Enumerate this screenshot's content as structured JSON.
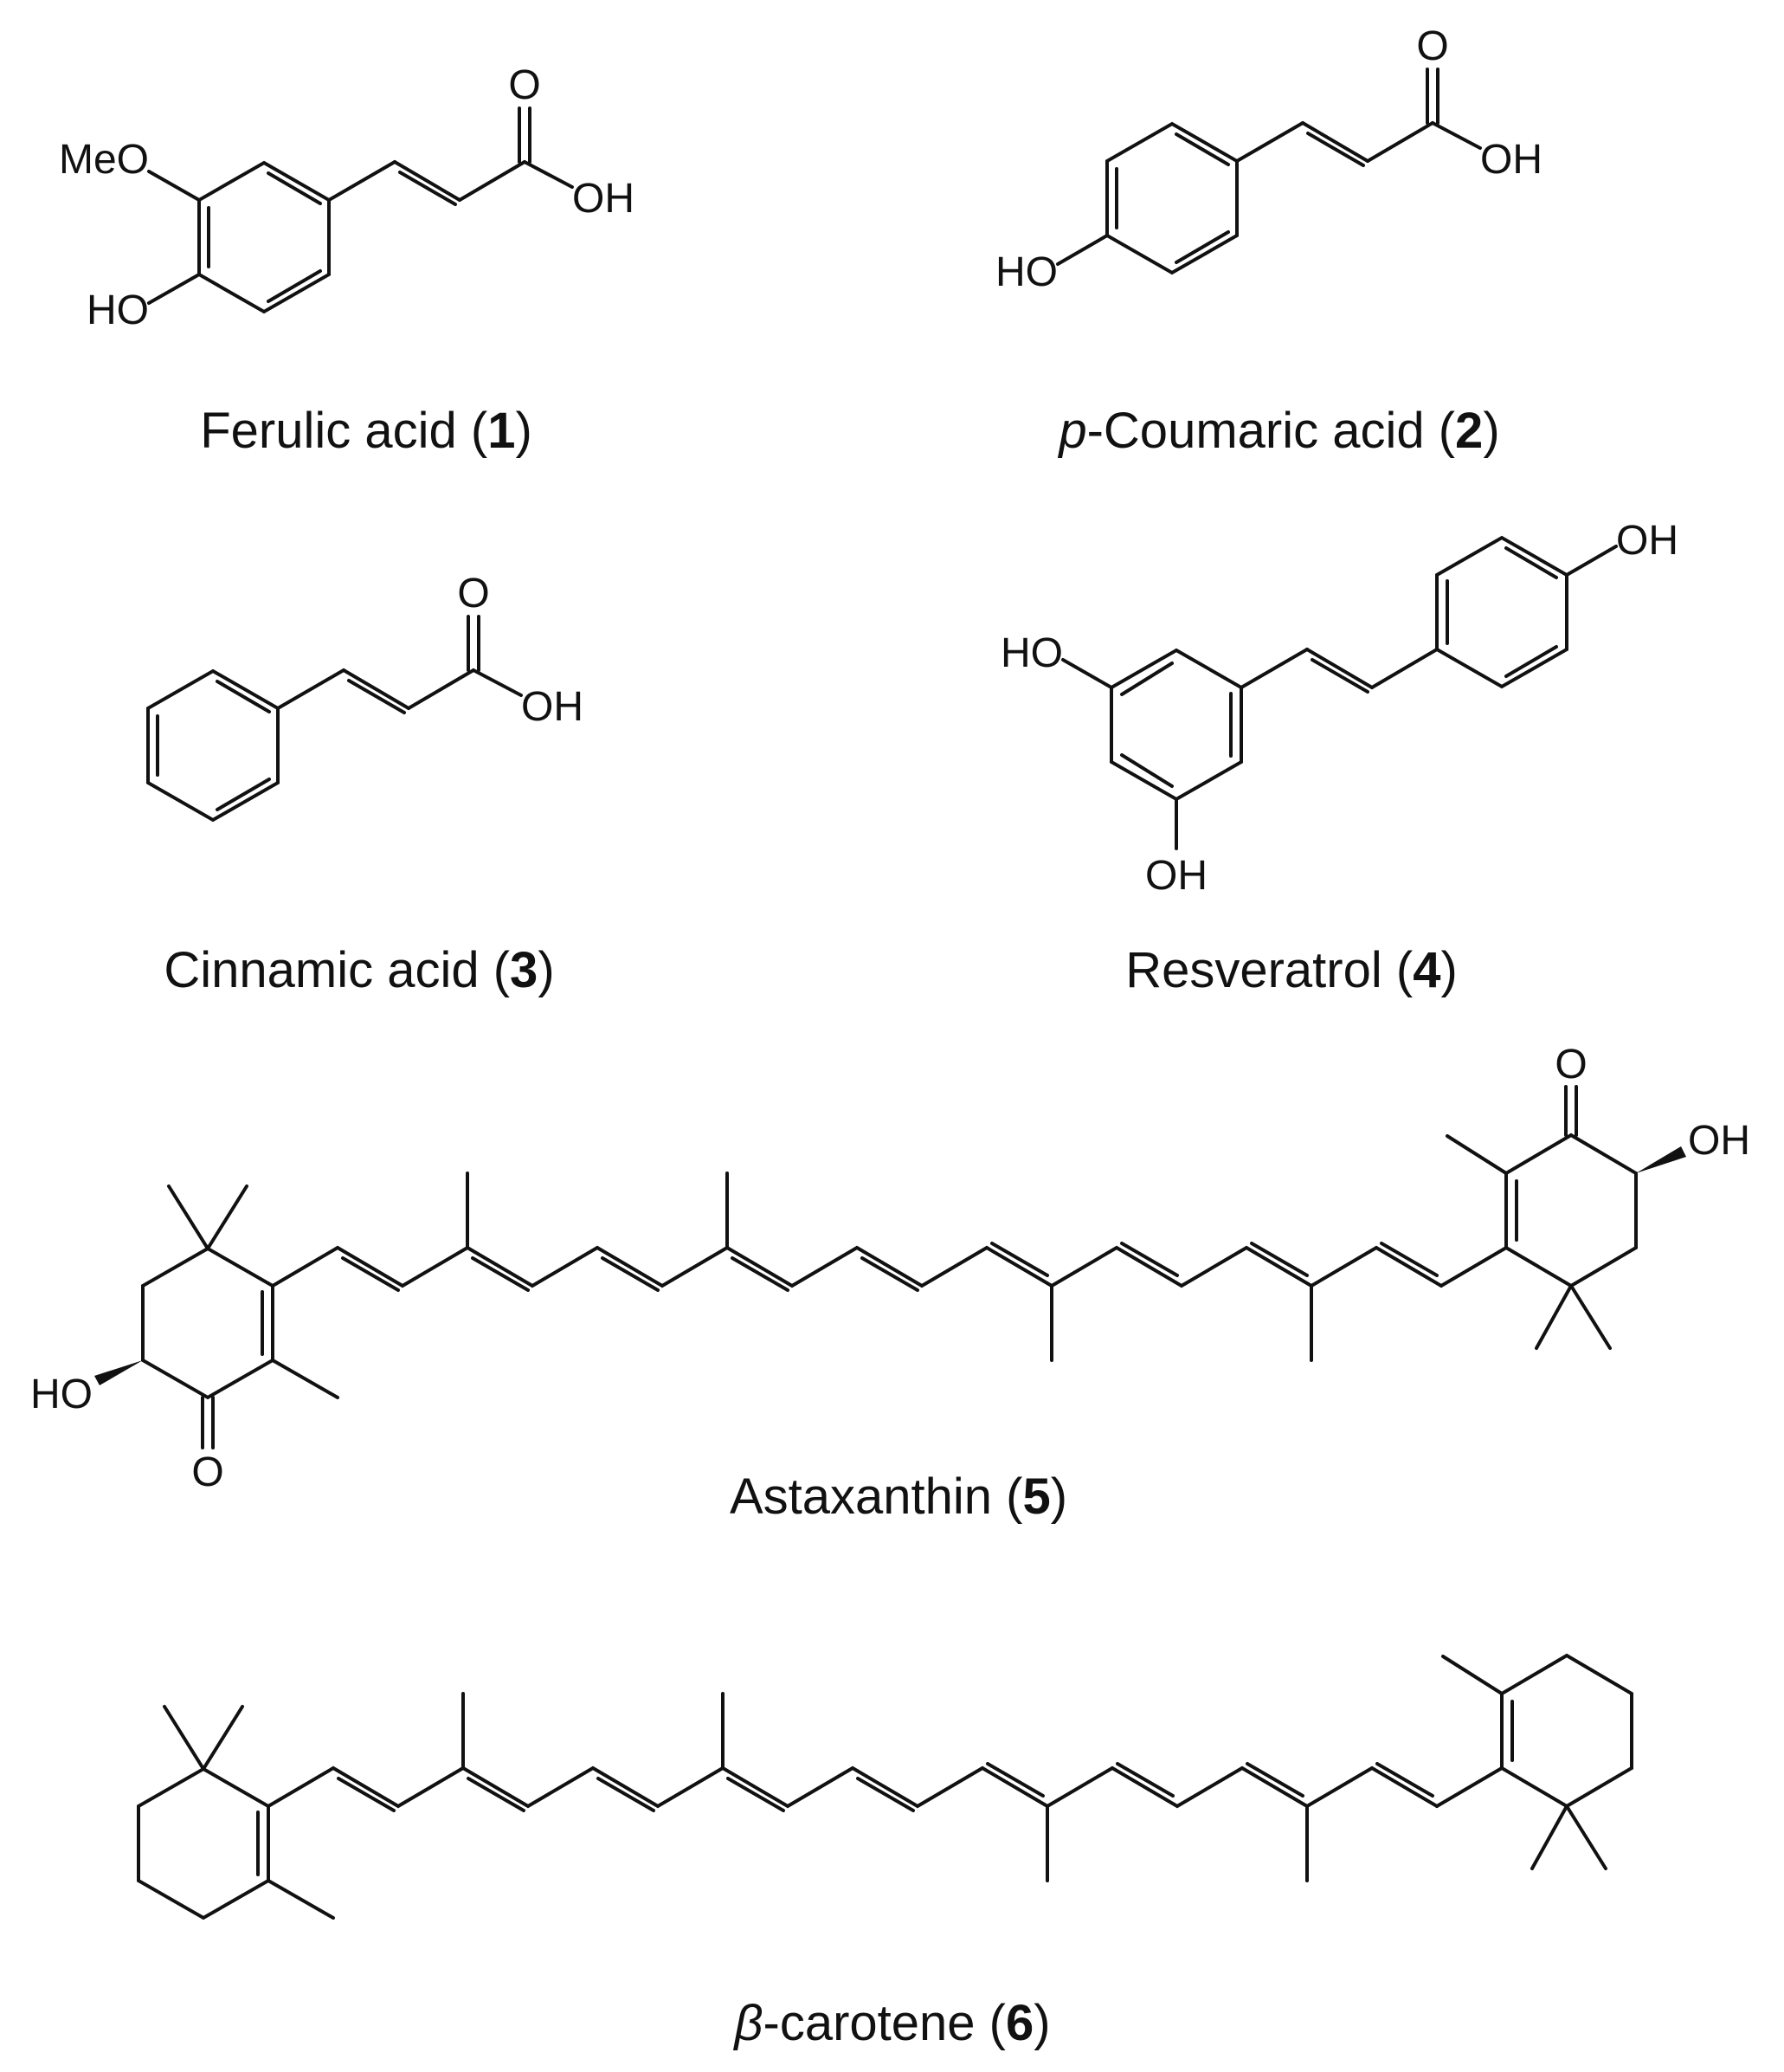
{
  "compounds": [
    {
      "name": "Ferulic acid",
      "number": "1",
      "atoms": {
        "methoxy": "MeO",
        "hydroxyl": "HO",
        "carbonyl_o": "O",
        "acid_oh": "OH"
      }
    },
    {
      "prefix": "p",
      "name": "-Coumaric acid",
      "number": "2",
      "atoms": {
        "hydroxyl": "HO",
        "carbonyl_o": "O",
        "acid_oh": "OH"
      }
    },
    {
      "name": "Cinnamic acid",
      "number": "3",
      "atoms": {
        "carbonyl_o": "O",
        "acid_oh": "OH"
      }
    },
    {
      "name": "Resveratrol",
      "number": "4",
      "atoms": {
        "oh_para": "OH",
        "oh_meta_top": "HO",
        "oh_meta_bottom": "OH"
      }
    },
    {
      "name": "Astaxanthin",
      "number": "5",
      "atoms": {
        "left_oh": "HO",
        "left_o": "O",
        "right_o": "O",
        "right_oh": "OH"
      }
    },
    {
      "prefix": "β",
      "name": "-carotene",
      "number": "6",
      "atoms": {}
    }
  ],
  "caption_parens": {
    "open": " (",
    "close": ")"
  }
}
